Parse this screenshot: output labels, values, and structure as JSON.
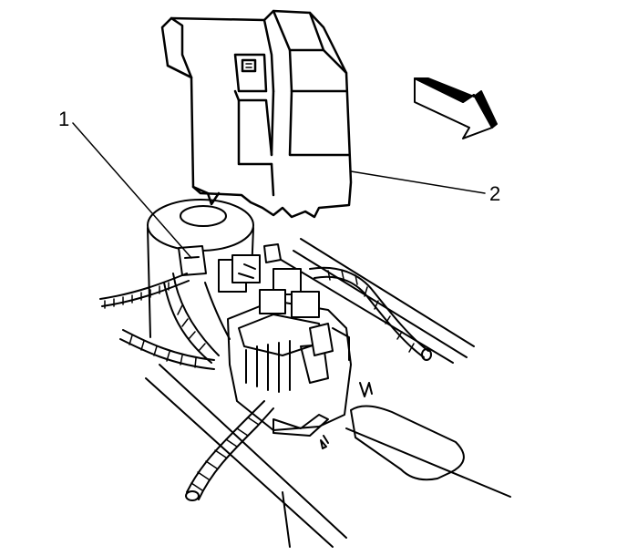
{
  "callouts": [
    {
      "id": "1",
      "label": "1"
    },
    {
      "id": "2",
      "label": "2"
    }
  ],
  "icons": {
    "direction_arrow": "front-direction-arrow-icon",
    "cover": "fuse-block-cover-icon",
    "fuse_block": "fuse-block-icon",
    "harness": "wiring-harness-icon"
  }
}
